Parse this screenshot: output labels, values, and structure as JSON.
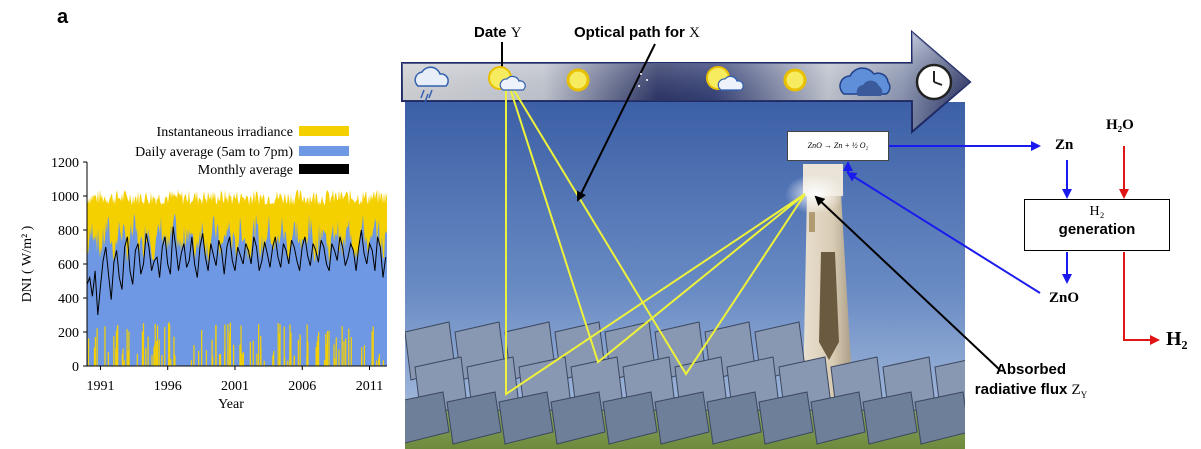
{
  "panel_label": "a",
  "chart_data": {
    "type": "area",
    "ylabel": "DNI ( W/m² )",
    "xlabel": "Year",
    "ylim": [
      0,
      1200
    ],
    "xlim": [
      1990,
      2012.3
    ],
    "yticks": [
      "0",
      "200",
      "400",
      "600",
      "800",
      "1000",
      "1200"
    ],
    "xticks": [
      "1991",
      "1996",
      "2001",
      "2006",
      "2011"
    ],
    "legend_position": "top",
    "series": [
      {
        "name": "Instantaneous irradiance",
        "color": "#f5d000",
        "band_low": 850,
        "band_high": 1040
      },
      {
        "name": "Daily average (5am to 7pm)",
        "color": "#6f98e4",
        "band_low": 600,
        "band_high": 900
      },
      {
        "name": "Monthly average",
        "color": "#000000",
        "x": [
          1990.0,
          1990.2,
          1990.4,
          1990.6,
          1990.8,
          1991.0,
          1991.2,
          1991.4,
          1991.6,
          1991.8,
          1992.0,
          1992.2,
          1992.4,
          1992.6,
          1992.8,
          1993.0,
          1993.2,
          1993.4,
          1993.6,
          1993.8,
          1994.0,
          1994.2,
          1994.4,
          1994.6,
          1994.8,
          1995.0,
          1995.2,
          1995.4,
          1995.6,
          1995.8,
          1996.0,
          1996.2,
          1996.4,
          1996.6,
          1996.8,
          1997.0,
          1997.2,
          1997.4,
          1997.6,
          1997.8,
          1998.0,
          1998.2,
          1998.4,
          1998.6,
          1998.8,
          1999.0,
          1999.2,
          1999.4,
          1999.6,
          1999.8,
          2000.0,
          2000.2,
          2000.4,
          2000.6,
          2000.8,
          2001.0,
          2001.2,
          2001.4,
          2001.6,
          2001.8,
          2002.0,
          2002.2,
          2002.4,
          2002.6,
          2002.8,
          2003.0,
          2003.2,
          2003.4,
          2003.6,
          2003.8,
          2004.0,
          2004.2,
          2004.4,
          2004.6,
          2004.8,
          2005.0,
          2005.2,
          2005.4,
          2005.6,
          2005.8,
          2006.0,
          2006.2,
          2006.4,
          2006.6,
          2006.8,
          2007.0,
          2007.2,
          2007.4,
          2007.6,
          2007.8,
          2008.0,
          2008.2,
          2008.4,
          2008.6,
          2008.8,
          2009.0,
          2009.2,
          2009.4,
          2009.6,
          2009.8,
          2010.0,
          2010.2,
          2010.4,
          2010.6,
          2010.8,
          2011.0,
          2011.2,
          2011.4,
          2011.6,
          2011.8,
          2012.0,
          2012.2
        ],
        "values": [
          480,
          520,
          410,
          560,
          300,
          470,
          620,
          700,
          540,
          390,
          610,
          680,
          520,
          450,
          700,
          760,
          560,
          480,
          680,
          720,
          540,
          600,
          780,
          700,
          560,
          620,
          640,
          520,
          700,
          760,
          600,
          540,
          820,
          700,
          560,
          660,
          720,
          580,
          620,
          760,
          600,
          520,
          700,
          780,
          640,
          560,
          720,
          650,
          590,
          740,
          680,
          540,
          700,
          760,
          620,
          560,
          700,
          650,
          600,
          720,
          680,
          600,
          760,
          700,
          560,
          620,
          730,
          660,
          580,
          700,
          760,
          640,
          580,
          720,
          680,
          600,
          740,
          700,
          620,
          560,
          700,
          760,
          650,
          590,
          720,
          680,
          610,
          740,
          700,
          600,
          560,
          720,
          680,
          620,
          760,
          700,
          590,
          640,
          720,
          680,
          560,
          700,
          800,
          660,
          600,
          720,
          680,
          560,
          760,
          700,
          520,
          640
        ]
      }
    ]
  },
  "diagram": {
    "date_label": "Date",
    "date_var": "Y",
    "optical_label": "Optical path for",
    "optical_var": "X",
    "absorbed_line1": "Absorbed",
    "absorbed_line2": "radiative flux",
    "absorbed_var": "Z",
    "absorbed_sub": "Y",
    "reaction": "ZnO → Zn + ½ O₂",
    "zn": "Zn",
    "zno": "ZnO",
    "h2o": "H₂O",
    "h2_box_line1": "H₂",
    "h2_box_line2": "generation",
    "h2_out": "H₂"
  },
  "weather_icons": [
    "rain-cloud-icon",
    "sun-cloud-icon",
    "sun-icon",
    "moon-stars-icon",
    "sun-cloud-icon",
    "sun-icon",
    "cloud-icon",
    "clock-icon"
  ],
  "colors": {
    "sun_yellow": "#f5d000",
    "daily_blue": "#6f98e4",
    "arrow_blue": "#1a1aee",
    "arrow_red": "#e01515",
    "beam_yellow": "#eef23a",
    "banner_dark": "#1e2a6a"
  }
}
